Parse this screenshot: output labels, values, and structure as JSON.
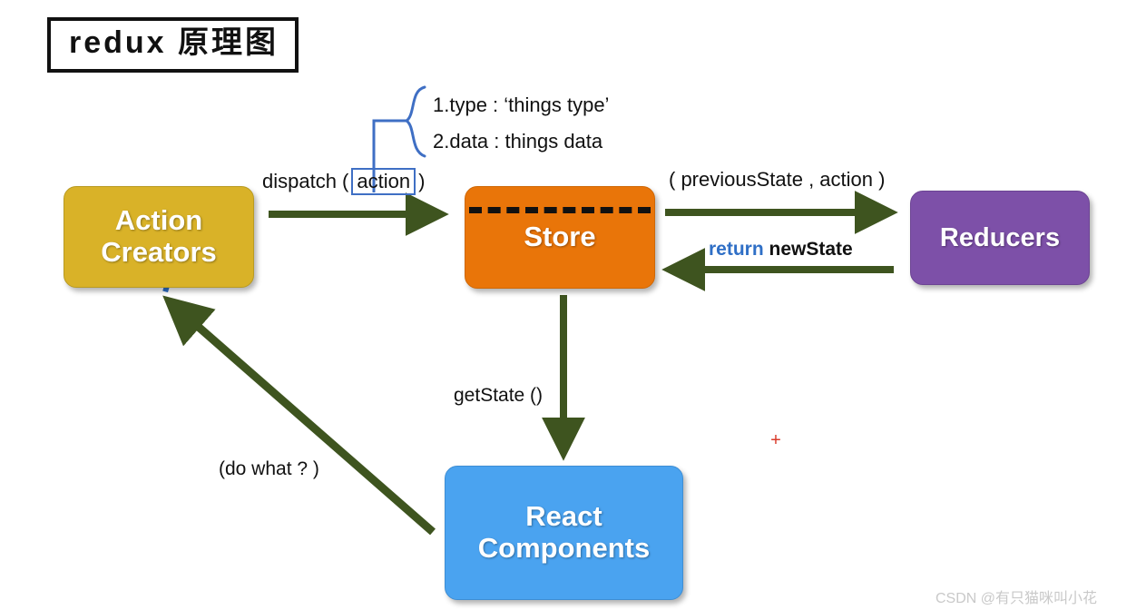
{
  "title": {
    "text": "redux 原理图"
  },
  "nodes": {
    "action_creators": {
      "label": "Action\nCreators",
      "line1": "Action",
      "line2": "Creators",
      "color": "#D9B228"
    },
    "store": {
      "label": "Store",
      "color": "#E97509"
    },
    "reducers": {
      "label": "Reducers",
      "color": "#7D50A8"
    },
    "react_components": {
      "line1": "React",
      "line2": "Components",
      "color": "#4AA3F0"
    }
  },
  "labels": {
    "dispatch_prefix": "dispatch (",
    "dispatch_action": "action",
    "dispatch_suffix": ")",
    "previous_state": "( previousState , action )",
    "return_keyword": "return",
    "return_value": "newState",
    "get_state": "getState ()",
    "do_what": "(do what ? )"
  },
  "action_detail": {
    "line1": "1.type : ‘things type’",
    "line2": "2.data :  things data",
    "brace_color": "#3f6fc4"
  },
  "colors": {
    "arrow_green": "#3E541F",
    "blue_dotted": "#2F6FC6",
    "blue_brace": "#3f6fc4",
    "plus_red": "#d93b2b",
    "watermark_gray": "#c9c9c9"
  },
  "watermark": {
    "text": "CSDN @有只猫咪叫小花"
  },
  "cursor_mark": {
    "glyph": "+"
  }
}
